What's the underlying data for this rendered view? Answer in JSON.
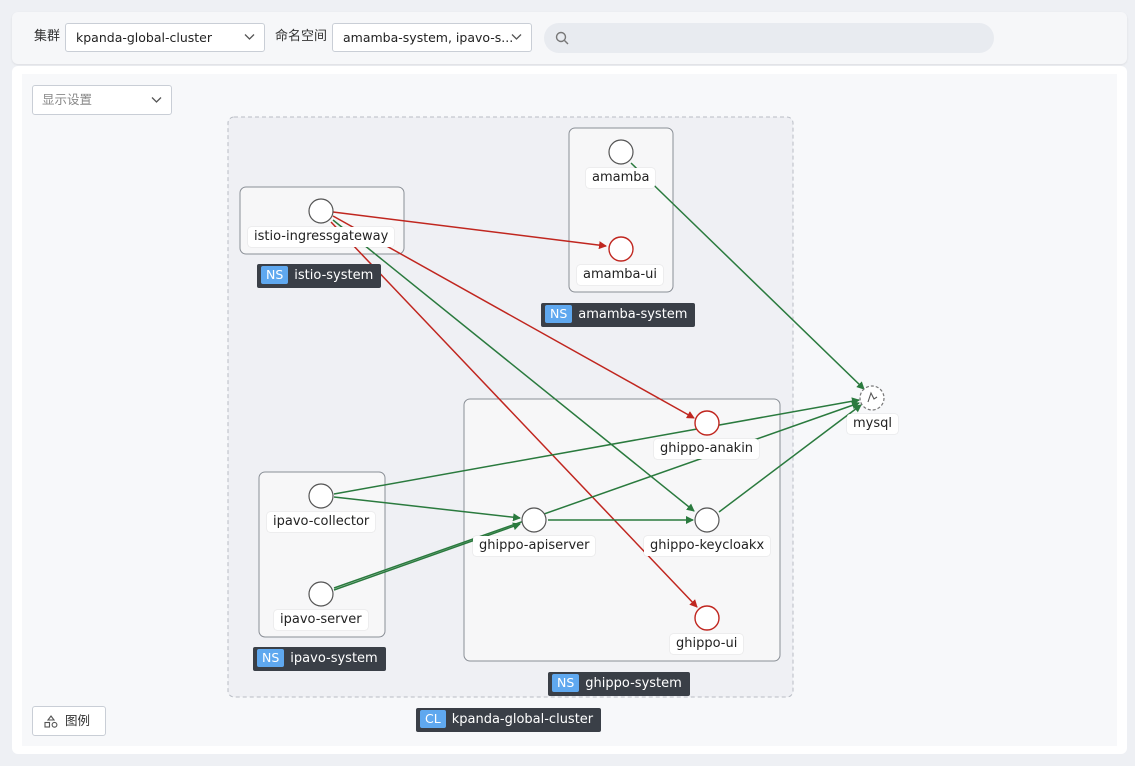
{
  "toolbar": {
    "cluster_label": "集群",
    "cluster_value": "kpanda-global-cluster",
    "namespace_label": "命名空间",
    "namespace_value": "amamba-system, ipavo-s...",
    "search_placeholder": "",
    "search_icon": "search-icon"
  },
  "controls": {
    "display_settings_label": "显示设置",
    "legend_label": "图例"
  },
  "colors": {
    "success_edge": "#2a7a3e",
    "error_edge": "#c0261f",
    "tag_bg": "#3a3f47",
    "badge_bg": "#5fa8ef"
  },
  "nodes": {
    "istio_ingressgateway": "istio-ingressgateway",
    "amamba": "amamba",
    "amamba_ui": "amamba-ui",
    "mysql": "mysql",
    "ghippo_anakin": "ghippo-anakin",
    "ipavo_collector": "ipavo-collector",
    "ghippo_apiserver": "ghippo-apiserver",
    "ghippo_keycloakx": "ghippo-keycloakx",
    "ipavo_server": "ipavo-server",
    "ghippo_ui": "ghippo-ui"
  },
  "namespaces": {
    "istio_system": {
      "badge": "NS",
      "name": "istio-system"
    },
    "amamba_system": {
      "badge": "NS",
      "name": "amamba-system"
    },
    "ipavo_system": {
      "badge": "NS",
      "name": "ipavo-system"
    },
    "ghippo_system": {
      "badge": "NS",
      "name": "ghippo-system"
    }
  },
  "cluster": {
    "badge": "CL",
    "name": "kpanda-global-cluster"
  }
}
